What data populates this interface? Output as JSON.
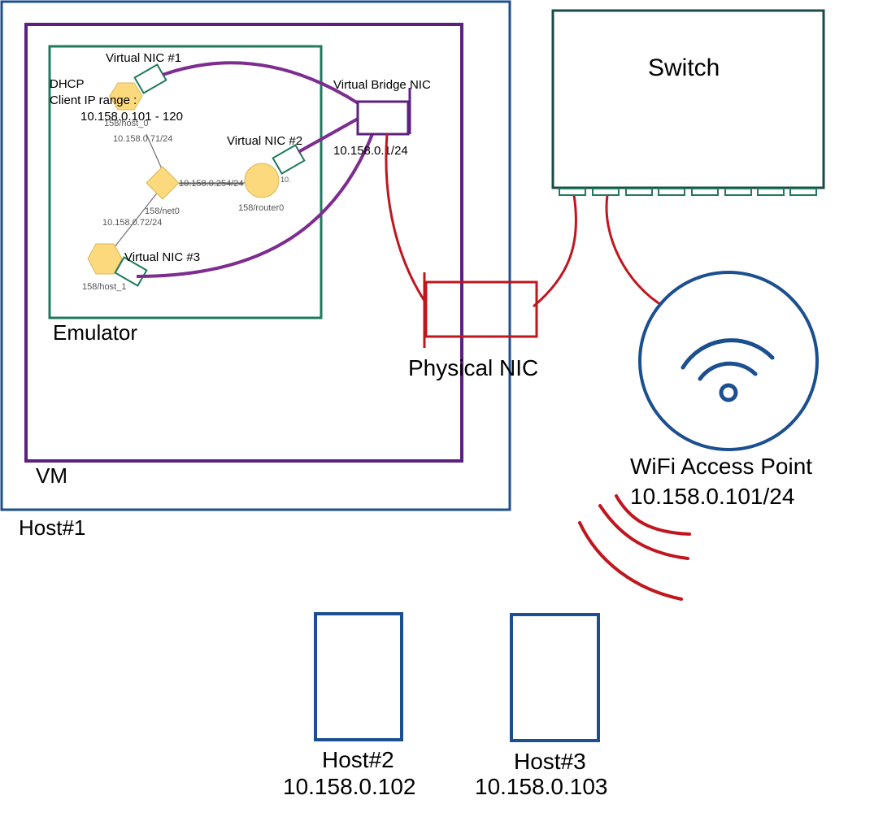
{
  "labels": {
    "host1": "Host#1",
    "vm": "VM",
    "emulator": "Emulator",
    "physical_nic": "Physical NIC",
    "switch": "Switch",
    "wifi_ap": "WiFi Access Point",
    "wifi_ap_ip": "10.158.0.101/24",
    "host2": "Host#2",
    "host2_ip": "10.158.0.102",
    "host3": "Host#3",
    "host3_ip": "10.158.0.103",
    "virtual_bridge_nic": "Virtual Bridge NIC",
    "bridge_ip": "10.158.0.1/24",
    "vnic1": "Virtual NIC #1",
    "vnic2": "Virtual NIC #2",
    "vnic3": "Virtual NIC #3",
    "dhcp": "DHCP",
    "client_ip_range": "Client IP range :",
    "ip_range": "10.158.0.101 - 120",
    "host0_name": "158/host_0",
    "host0_ip": "10.158.0.71/24",
    "net0_name": "158/net0",
    "router_link_ip": "10.158.0.254/24",
    "router0_name": "158/router0",
    "router_side_label": "10.",
    "host1_link_ip": "10.158.0.72/24",
    "host1_node_name": "158/host_1"
  },
  "colors": {
    "host_blue": "#1c4f8f",
    "vm_purple": "#5b2080",
    "link_purple": "#7d2d8f",
    "emulator_green": "#1f7a5e",
    "cable_red": "#c0161e",
    "switch_border": "#1b4a4a",
    "node_yellow": "#fcd97c",
    "node_stroke": "#d9b95a"
  },
  "icons": [
    "wifi-icon"
  ]
}
